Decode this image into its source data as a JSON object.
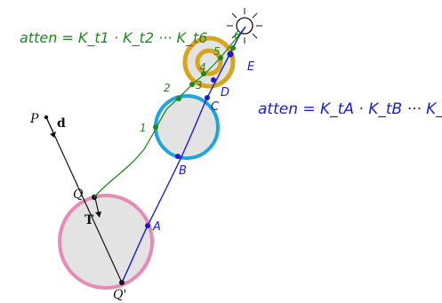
{
  "formulas": {
    "green": "atten = K_t1 · K_t2 ··· K_t6",
    "blue": "atten = K_tA · K_tB ··· K_tE"
  },
  "labels": {
    "P": "P",
    "d": "d",
    "Q": "Q",
    "T": "T",
    "Qprime": "Q'"
  },
  "green_points": [
    "1",
    "2",
    "3",
    "4",
    "5",
    "6"
  ],
  "blue_points": [
    "A",
    "B",
    "C",
    "D",
    "E"
  ],
  "colors": {
    "green": "#1e8a1e",
    "blue": "#1c1ccc",
    "pink": "#e78ab5",
    "cyan": "#1ea6dc",
    "gold": "#d7a51e",
    "sphere_fill": "#e3e3e3",
    "ink": "#111111"
  }
}
